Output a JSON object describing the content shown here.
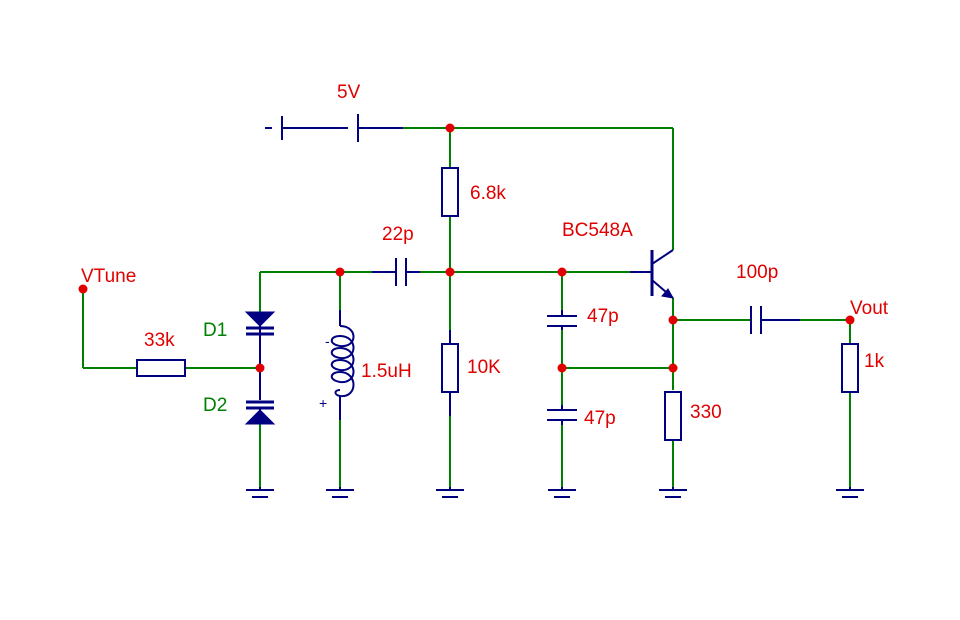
{
  "labels": {
    "supply": "5V",
    "r_top": "6.8k",
    "c_coupling": "22p",
    "transistor": "BC548A",
    "vtune": "VTune",
    "r_tune": "33k",
    "d1": "D1",
    "d2": "D2",
    "inductor": "1.5uH",
    "r_bottom": "10K",
    "c_upper": "47p",
    "c_lower": "47p",
    "r_emitter": "330",
    "c_out": "100p",
    "vout": "Vout",
    "r_load": "1k",
    "ind_minus": "-",
    "ind_plus": "+"
  },
  "colors": {
    "wire": "#008000",
    "component": "#000080",
    "node": "#e00000",
    "value_text": "#e00000",
    "diode_text": "#008000"
  }
}
